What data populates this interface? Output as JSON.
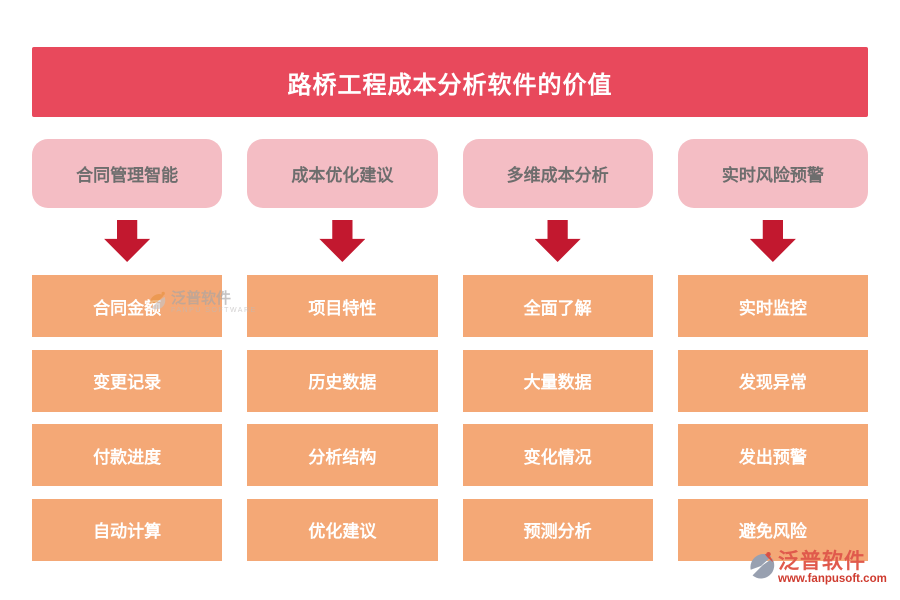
{
  "title": "路桥工程成本分析软件的价值",
  "colors": {
    "banner": "#e8495c",
    "header_bg": "#f4bdc4",
    "header_text": "#6d6d6d",
    "arrow": "#c2182f",
    "item_bg": "#f4a876",
    "item_text": "#ffffff",
    "brand_red": "#e05a4c"
  },
  "columns": [
    {
      "header": "合同管理智能",
      "items": [
        "合同金额",
        "变更记录",
        "付款进度",
        "自动计算"
      ]
    },
    {
      "header": "成本优化建议",
      "items": [
        "项目特性",
        "历史数据",
        "分析结构",
        "优化建议"
      ]
    },
    {
      "header": "多维成本分析",
      "items": [
        "全面了解",
        "大量数据",
        "变化情况",
        "预测分析"
      ]
    },
    {
      "header": "实时风险预警",
      "items": [
        "实时监控",
        "发现异常",
        "发出预警",
        "避免风险"
      ]
    }
  ],
  "watermark": {
    "brand": "泛普软件",
    "brand_en": "FANPU SOFTWARE"
  },
  "footer": {
    "brand": "泛普软件",
    "url": "www.fanpusoft.com"
  }
}
